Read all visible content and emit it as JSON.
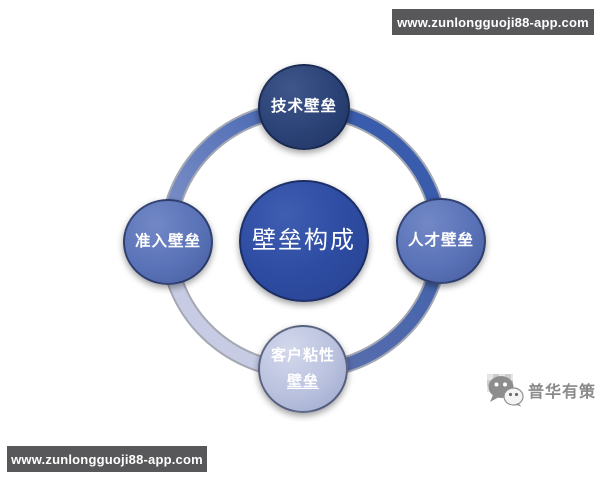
{
  "watermarks": {
    "top_url": "www.zunlongguoji88-app.com",
    "bottom_url": "www.zunlongguoji88-app.com"
  },
  "diagram": {
    "title": "壁垒构成",
    "center": {
      "label": "壁垒构成"
    },
    "nodes": [
      {
        "id": "top",
        "label": "技术壁垒"
      },
      {
        "id": "left",
        "label": "准入壁垒"
      },
      {
        "id": "right",
        "label": "人才壁垒"
      },
      {
        "id": "bottom",
        "label_line1": "客户粘性",
        "label_line2": "壁垒"
      }
    ]
  },
  "branding": {
    "icon": "wechat-icon",
    "label": "普华有策"
  },
  "colors": {
    "banner_bg": "#58585a",
    "center_circle": "#2e4da3",
    "node_top": "#2c4377",
    "node_side": "#5b73b8",
    "node_bottom": "#b9c1de",
    "ring_top_left_start": "#8193c9",
    "ring_top_left_end": "#4464b0",
    "ring_top_right": "#3a5cad",
    "ring_bottom_right": "#4b67ae",
    "ring_bottom_left": "#c7cce4",
    "branding_text": "#8a8a8a"
  }
}
